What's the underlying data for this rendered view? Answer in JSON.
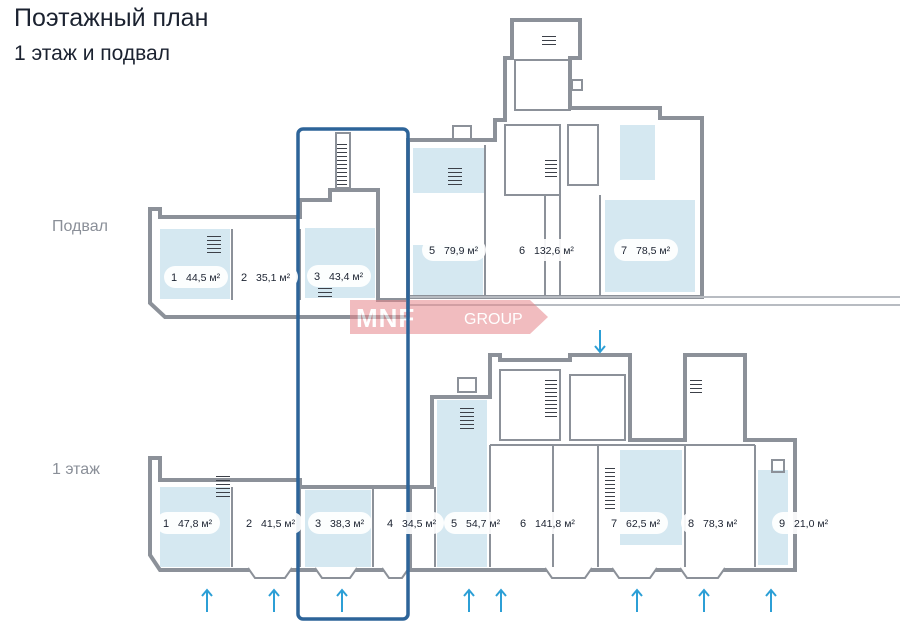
{
  "header": {
    "title": "Поэтажный план",
    "subtitle": "1 этаж и подвал"
  },
  "floors": {
    "basement": {
      "label": "Подвал",
      "rooms": [
        {
          "num": "1",
          "area": "44,5 м²"
        },
        {
          "num": "2",
          "area": "35,1 м²"
        },
        {
          "num": "3",
          "area": "43,4 м²"
        },
        {
          "num": "5",
          "area": "79,9 м²"
        },
        {
          "num": "6",
          "area": "132,6 м²"
        },
        {
          "num": "7",
          "area": "78,5 м²"
        }
      ]
    },
    "first": {
      "label": "1 этаж",
      "rooms": [
        {
          "num": "1",
          "area": "47,8 м²"
        },
        {
          "num": "2",
          "area": "41,5 м²"
        },
        {
          "num": "3",
          "area": "38,3 м²"
        },
        {
          "num": "4",
          "area": "34,5 м²"
        },
        {
          "num": "5",
          "area": "54,7 м²"
        },
        {
          "num": "6",
          "area": "141,8 м²"
        },
        {
          "num": "7",
          "area": "62,5 м²"
        },
        {
          "num": "8",
          "area": "78,3 м²"
        },
        {
          "num": "9",
          "area": "21,0 м²"
        }
      ]
    }
  },
  "watermark": "MNF GROUP",
  "colors": {
    "wall": "#8c9199",
    "room_fill": "#d5e8f1",
    "pill_bg": "#ffffff",
    "selection": "#2d6499",
    "entrance_arrow": "#2c9fd6",
    "watermark": "#d9424a"
  }
}
